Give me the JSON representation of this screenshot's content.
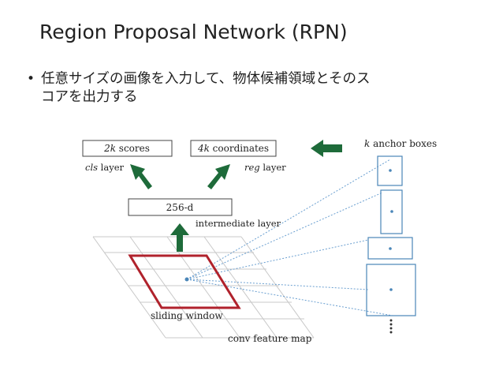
{
  "slide": {
    "title": "Region Proposal Network (RPN)",
    "bullet_marker": "•",
    "bullet_text_line1": "任意サイズの画像を入力して、物体候補領域とそのス",
    "bullet_text_line2": "コアを出力する"
  },
  "figure": {
    "cls_box_k": "2k",
    "cls_box_text": " scores",
    "reg_box_k": "4k",
    "reg_box_text": " coordinates",
    "cls_label_italic": "cls",
    "cls_label_text": " layer",
    "reg_label_italic": "reg",
    "reg_label_text": " layer",
    "anchor_k": "k",
    "anchor_text": " anchor boxes",
    "intermediate_box": "256-d",
    "intermediate_label": "intermediate layer",
    "sliding_window_label": "sliding window",
    "feature_map_label": "conv feature map",
    "colors": {
      "arrow": "#1e6b3a",
      "window": "#b0222c",
      "grid": "#c8c8c8",
      "anchor": "#4a86b8",
      "dashed": "#6a9fd0"
    }
  }
}
